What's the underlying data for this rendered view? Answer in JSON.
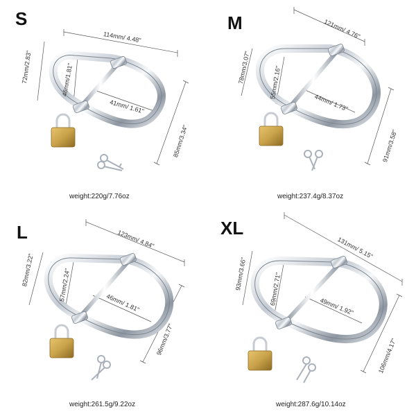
{
  "colors": {
    "metal_light": "#f4f6f8",
    "metal_mid": "#b9c0c8",
    "metal_dark": "#6e7782",
    "brass": "#c9a24a",
    "brass_dark": "#8c6a22",
    "dim_line": "#555555"
  },
  "panels": [
    {
      "size": "S",
      "width": "114mm/ 4.48\"",
      "height_outer": "72mm/2.83\"",
      "height_inner": "46mm/1.81\"",
      "inner_width": "41mm/ 1.61\"",
      "depth": "85mm/3.34\"",
      "weight": "weight:220g/7.76oz"
    },
    {
      "size": "M",
      "width": "121mm/ 4.76\"",
      "height_outer": "78mm/3.07\"",
      "height_inner": "55mm/2.16\"",
      "inner_width": "44mm/ 1.73\"",
      "depth": "91mm/3.58\"",
      "weight": "weight:237.4g/8.37oz"
    },
    {
      "size": "L",
      "width": "123mm/ 4.84\"",
      "height_outer": "82mm/3.22\"",
      "height_inner": "57mm/2.24\"",
      "inner_width": "46mm/ 1.81\"",
      "depth": "96mm/3.77\"",
      "weight": "weight:261.5g/9.22oz"
    },
    {
      "size": "XL",
      "width": "131mm/ 5.15\"",
      "height_outer": "93mm/3.66\"",
      "height_inner": "69mm/2.71\"",
      "inner_width": "49mm/ 1.92\"",
      "depth": "106mm/4.17\"",
      "weight": "weight:287.6g/10.14oz"
    }
  ]
}
